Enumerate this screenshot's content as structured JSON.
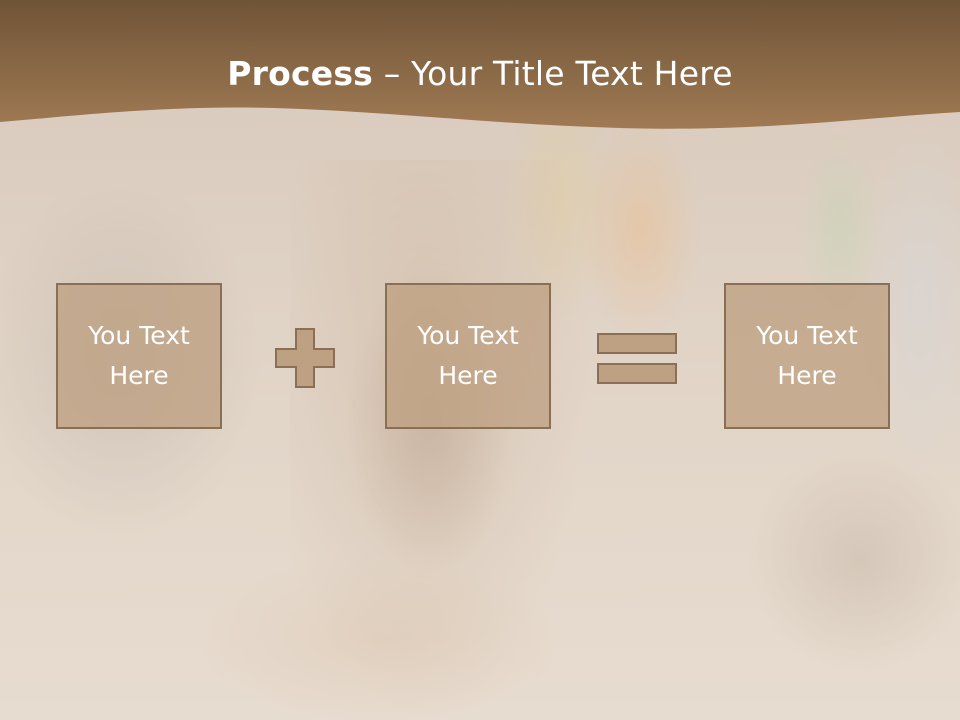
{
  "slide": {
    "title_bold": "Process",
    "title_rest": " – Your Title Text Here"
  },
  "boxes": [
    {
      "text": "You Text Here"
    },
    {
      "text": "You Text Here"
    },
    {
      "text": "You Text Here"
    }
  ],
  "operators": {
    "plus_icon": "plus-icon",
    "equals_icon": "equals-icon"
  },
  "colors": {
    "header_brown": "#8c6a48",
    "box_fill": "#bea082",
    "box_border": "#8a6e56"
  }
}
